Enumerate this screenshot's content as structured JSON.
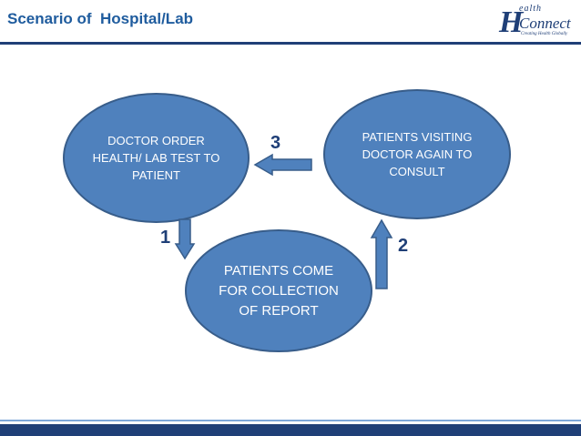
{
  "header": {
    "title": "Scenario of  Hospital/Lab",
    "logo": {
      "mark": "H",
      "top_text": "ealth",
      "main_text": "Connect",
      "tagline": "Creating Health Globally"
    }
  },
  "diagram": {
    "nodes": [
      {
        "id": "doctor-order",
        "text": "DOCTOR ORDER HEALTH/ LAB TEST TO PATIENT"
      },
      {
        "id": "patients-visiting",
        "text": "PATIENTS VISITING DOCTOR AGAIN TO CONSULT"
      },
      {
        "id": "patients-come",
        "text": "PATIENTS COME FOR COLLECTION OF REPORT"
      }
    ],
    "steps": [
      {
        "label": "1",
        "direction": "down"
      },
      {
        "label": "2",
        "direction": "up"
      },
      {
        "label": "3",
        "direction": "left"
      }
    ]
  },
  "colors": {
    "node_fill": "#4f81bd",
    "node_border": "#385d8a",
    "title": "#1f5c9e",
    "band": "#1f3f77"
  }
}
